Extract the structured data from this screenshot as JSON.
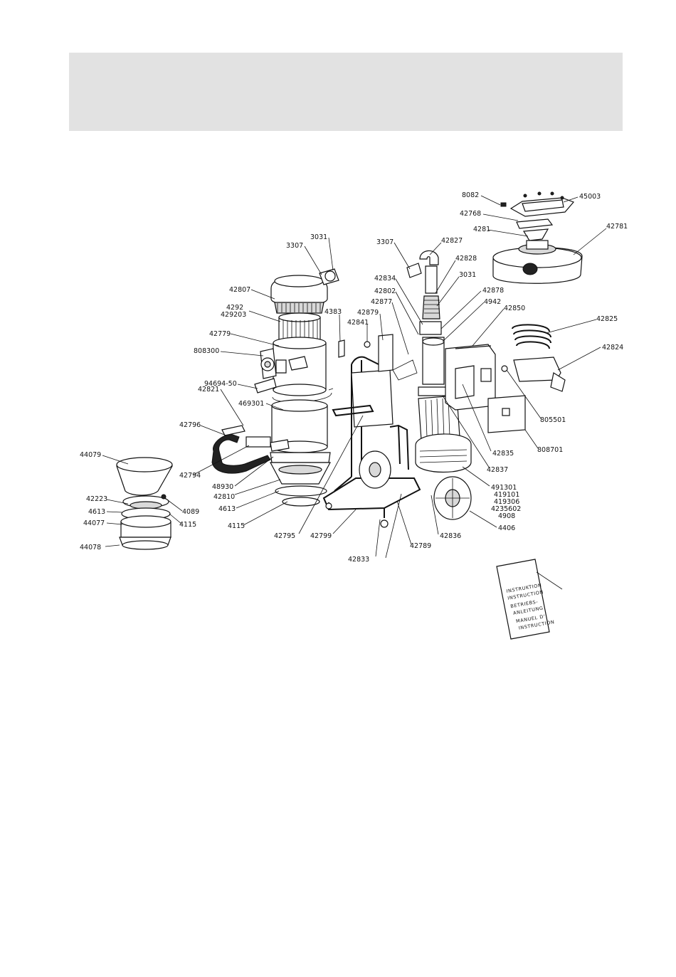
{
  "labels": {
    "l8082": "8082",
    "l45003": "45003",
    "l42768": "42768",
    "l4281": "4281",
    "l42781": "42781",
    "l3307a": "3307",
    "l3031a": "3031",
    "l3307b": "3307",
    "l42827": "42827",
    "l42828": "42828",
    "l3031b": "3031",
    "l42834": "42834",
    "l42802": "42802",
    "l42878": "42878",
    "l4942": "4942",
    "l42877": "42877",
    "l42850": "42850",
    "l42807": "42807",
    "l4292": "4292",
    "l429203": "429203",
    "l4383": "4383",
    "l42879": "42879",
    "l42841": "42841",
    "l42825": "42825",
    "l42779": "42779",
    "l42824": "42824",
    "l808300": "808300",
    "l94694": "94694-50",
    "l469301": "469301",
    "l805501": "805501",
    "l42821": "42821",
    "l42796": "42796",
    "l42835": "42835",
    "l808701": "808701",
    "l44079": "44079",
    "l42794": "42794",
    "l48930": "48930",
    "l42837": "42837",
    "l491301": "491301",
    "l419101": "419101",
    "l419306": "419306",
    "l4235602": "4235602",
    "l4908": "4908",
    "l42810": "42810",
    "l42223": "42223",
    "l4613a": "4613",
    "l4089": "4089",
    "l4613b": "4613",
    "l4115a": "4115",
    "l4115b": "4115",
    "l44077": "44077",
    "l4406": "4406",
    "l42795": "42795",
    "l42799": "42799",
    "l42836": "42836",
    "l44078": "44078",
    "l42789": "42789",
    "l42833": "42833"
  },
  "manual": {
    "line1": "INSTRUKTION",
    "line2": "INSTRUCTION",
    "line3": "BETRIEBS-",
    "line4": "ANLEITUNG",
    "line5": "MANUEL D'",
    "line6": "INSTRUCTION"
  }
}
